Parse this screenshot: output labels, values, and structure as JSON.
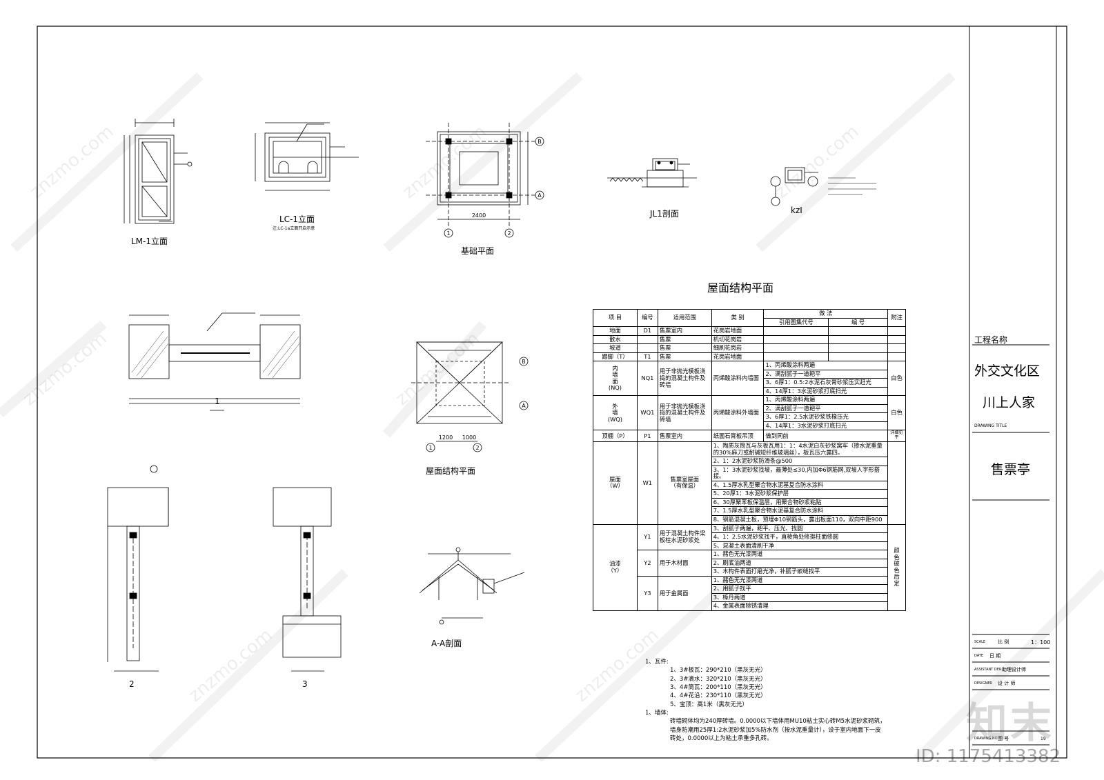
{
  "drawings": {
    "lm1_title": "LM-1立面",
    "lc1_title": "LC-1立面",
    "lc1_note": "注:LC-1a立面开启示意",
    "foundation_title": "基础平面",
    "jl1_title": "JL1剖面",
    "kz1_title": "kzI",
    "roof_plan_title": "屋面结构平面",
    "aa_title": "A-A剖面",
    "section1_title": "1",
    "section2_title": "2",
    "section3_title": "3",
    "axis_a": "A",
    "axis_b": "B",
    "axis_1": "1",
    "axis_2": "2",
    "dim_2400": "2400",
    "dim_1000": "1000",
    "dim_1200": "1200"
  },
  "table": {
    "title": "屋面结构平面",
    "headers": {
      "item": "项   目",
      "code": "编号",
      "scope": "适用范围",
      "type": "类    别",
      "method": "做          法",
      "ref": "引用图集代号",
      "num": "编    号",
      "note": "附注"
    },
    "simple_rows": [
      {
        "item": "地面",
        "code": "D1",
        "scope": "售票室内",
        "type": "花岗岩地面"
      },
      {
        "item": "散水",
        "code": "",
        "scope": "售票",
        "type": "机切花岗岩"
      },
      {
        "item": "坡道",
        "code": "",
        "scope": "售票",
        "type": "细刷花岗岩"
      },
      {
        "item": "踢脚（T）",
        "code": "T1",
        "scope": "售票",
        "type": "花岗岩地面"
      }
    ],
    "nq": {
      "item": "内\n墙\n面\n(NQ)",
      "code": "NQ1",
      "scope": "用于非抛光模板浇捣的混凝土构件及砖墙",
      "type": "丙烯酸涂料内墙面",
      "steps": [
        "1、丙烯酸涂料两遍",
        "2、满刮腻子一道耙平",
        "3、6厚1：0.5:2水泥石灰膏砂浆压实赶光",
        "4、14厚1：3水泥砂浆打底扫光"
      ],
      "note": "白色"
    },
    "wq": {
      "item": "外\n墙\n(WQ)",
      "code": "WQ1",
      "scope": "用于非抛光模板浇捣的混凝土构件及砖墙",
      "type": "丙烯酸涂料外墙面",
      "steps": [
        "1、丙烯酸涂料两遍",
        "2、满刮腻子一道耙平",
        "3、6厚1：2.5水泥砂浆铁橡压光",
        "4、14厚1：3水泥砂浆打底扫光"
      ],
      "note": "白色"
    },
    "ceiling": {
      "item": "顶棚（P）",
      "code": "P1",
      "scope": "售票室内",
      "type": "纸面石膏板吊顶",
      "ref": "做到同前",
      "note": "详细见平"
    },
    "roof": {
      "item": "屋面\n（W）",
      "code": "W1",
      "scope": "售票室屋面\n（有保温）",
      "steps": [
        "1、陶质灰筒瓦与灰板瓦用1：1：4水泥白灰砂浆窝牢（掺水泥重量的30%麻刀或耐碱短纤维玻璃丝），板瓦压六露四。",
        "2、1：2水泥砂浆防滑条@500",
        "3、1：3水泥砂浆找坡，最薄处≤30,内加Φ6钢筋网,双坡人字形搭接。",
        "4、1.5厚水乳型聚合物水泥基复合防水涂料",
        "5、20厚1：3水泥砂浆保护层",
        "6、30厚聚苯板保温层，用聚合物砂浆粘贴",
        "7、1.5厚水乳型聚合物水泥基复合防水涂料",
        "8、钢筋混凝土板，预埋Φ10钢筋头，露出板面110，双向中距900"
      ]
    },
    "paint": {
      "item": "油漆\n（Y）",
      "note": "颜\n色\n破\n色\n后\n定",
      "rows": [
        {
          "code": "Y1",
          "scope": "用于混凝土构件梁板柱水泥砂浆处",
          "steps": [
            "3、刮腻子两遍，耙平、压光、找圆",
            "4、1：2.5水泥砂浆找平，直棱角处修挺柱面修圆",
            "5、混凝土表面清刷干净"
          ]
        },
        {
          "code": "Y2",
          "scope": "用于木材面",
          "steps": [
            "1、赭色无光漆两道",
            "2、刷底油两道",
            "3、木构件表面打磨光净，补腻子嵌缝找平"
          ]
        },
        {
          "code": "Y3",
          "scope": "用于金属面",
          "steps": [
            "1、赭色无光漆两道",
            "2、用腻子找平",
            "3、樟丹两道",
            "4、金属表面除锈清理"
          ]
        }
      ]
    }
  },
  "notes": {
    "tiles_heading": "1、瓦件:",
    "tiles": [
      "1、3#板瓦：290*210（黑灰无光）",
      "2、3#滴水：320*210（黑灰无光）",
      "3、4#筒瓦：200*110（黑灰无光）",
      "4、4#花沿：230*110（黑灰无光）",
      "5、宝顶：高1米（黑灰无光）"
    ],
    "wall_heading": "1、墙体:",
    "wall": [
      "砖墙砌体均为240厚砖墙。0.0000以下墙体用MU10粘土实心砖M5水泥砂浆砌筑，",
      "墙身防潮用25厚1:2水泥砂浆加5%防水剂（按水泥重量计），设于室内地面下一皮",
      "砖处，0.0000以上为粘土承重多孔砖。"
    ]
  },
  "title_block": {
    "project_label": "工程名称",
    "project_line1": "外交文化区",
    "project_line2": "川上人家",
    "drawing_title_label": "DRAWING TITLE",
    "drawing_title": "售票亭",
    "scale_label": "SCALE",
    "scale_cn": "比  例",
    "scale_value": "1：100",
    "date_label": "DATE",
    "date_cn": "日  期",
    "assistant_label": "ASSISTANT DER",
    "assistant_cn": "助理设计师",
    "designer_label": "DESIGNER",
    "designer_cn": "设 计 师",
    "drawing_no_label": "DRAWING NO",
    "drawing_no_cn": "图  号",
    "drawing_no_value": "19"
  },
  "overlay": {
    "logo_text": "知末",
    "id_text": "ID: 1175413382",
    "watermark": "znzmo.com"
  }
}
